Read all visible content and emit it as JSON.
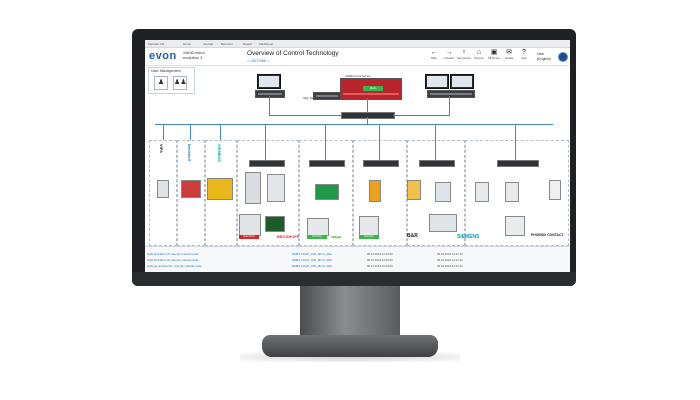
{
  "window": {
    "tab_label": "Zentrale CH",
    "menu": [
      "Home",
      "Journal",
      "Benutzer",
      "Report",
      "OE-Report"
    ]
  },
  "header": {
    "logo": "evon",
    "app_line1": "XAMControl",
    "app_line2": "evolution 3",
    "page_title": "Overview of Control Technology",
    "subtitle": "< 24/7/365 >"
  },
  "toolbar": [
    {
      "icon": "back-icon",
      "glyph": "←",
      "label": "Back"
    },
    {
      "icon": "forward-icon",
      "glyph": "→",
      "label": "Forward"
    },
    {
      "icon": "up-icon",
      "glyph": "↑",
      "label": "Next picture"
    },
    {
      "icon": "home-icon",
      "glyph": "⌂",
      "label": "Pictures"
    },
    {
      "icon": "window-icon",
      "glyph": "▣",
      "label": "Off Screen"
    },
    {
      "icon": "update-icon",
      "glyph": "✉",
      "label": "Update"
    },
    {
      "icon": "help-icon",
      "glyph": "?",
      "label": "Help"
    }
  ],
  "user": {
    "line1": "User",
    "line2": "(English)"
  },
  "user_management": {
    "title": "User Management"
  },
  "servers": {
    "center_label": "XAMControl Server",
    "main_badge": "Main",
    "sql_label": "SQL Server"
  },
  "vendors": [
    {
      "name": "VIPA",
      "status": ""
    },
    {
      "name": "Beckhoff",
      "status": ""
    },
    {
      "name": "SIEMENS",
      "status": ""
    },
    {
      "name": "",
      "status": "Dose Error"
    },
    {
      "name": "BECKHOFF",
      "status": "Running"
    },
    {
      "name": "wago",
      "status": "Running"
    },
    {
      "name": "B&R",
      "status": ""
    },
    {
      "name": "SIEMENS",
      "status": ""
    },
    {
      "name": "PHOENIX CONTACT",
      "status": ""
    }
  ],
  "alarms": [
    {
      "text": "Light third floor 10: Use the manual mode",
      "source": "DEMO LIGHT_C03_SD.xx_Man",
      "time": "09.01.2018 12:22:00",
      "time2": "09.01.2018 12:22:12"
    },
    {
      "text": "Light third floor 10: Use the manual mode",
      "source": "DEMO LIGHT_C03_SD.xx_Man",
      "time": "09.01.2018 12:22:00",
      "time2": "09.01.2018 12:22:12"
    },
    {
      "text": "Light ground floor 01: Use the manual mode",
      "source": "DEMO LIGHT_C03_SD.xx_Man",
      "time": "09.01.2018 12:22:00",
      "time2": "09.01.2018 12:22:12"
    }
  ],
  "colors": {
    "accent": "#3f86c9",
    "running": "#3bb54a",
    "error": "#d8262e",
    "brand": "#1e5fa8"
  }
}
